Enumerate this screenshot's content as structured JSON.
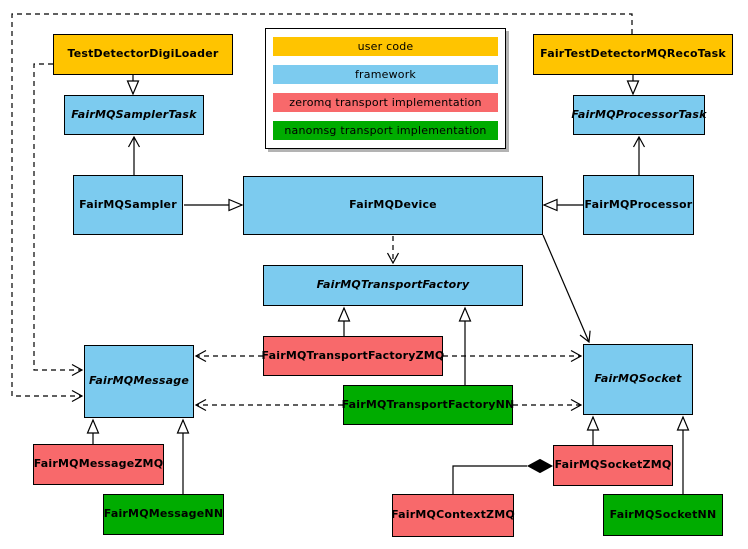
{
  "legend": {
    "items": [
      {
        "label": "user code",
        "color": "#FFC400"
      },
      {
        "label": "framework",
        "color": "#7CCBEF"
      },
      {
        "label": "zeromq transport implementation",
        "color": "#F8696B"
      },
      {
        "label": "nanomsg transport implementation",
        "color": "#00AC00"
      }
    ]
  },
  "colors": {
    "user_code": "#FFC400",
    "framework": "#7CCBEF",
    "zeromq": "#F8696B",
    "nanomsg": "#00AC00",
    "line": "#000000",
    "background": "#FFFFFF"
  },
  "nodes": {
    "digi_loader": {
      "label": "TestDetectorDigiLoader",
      "category": "user code",
      "abstract": false
    },
    "reco_task": {
      "label": "FairTestDetectorMQRecoTask",
      "category": "user code",
      "abstract": false
    },
    "sampler_task": {
      "label": "FairMQSamplerTask",
      "category": "framework",
      "abstract": true
    },
    "processor_task": {
      "label": "FairMQProcessorTask",
      "category": "framework",
      "abstract": true
    },
    "sampler": {
      "label": "FairMQSampler",
      "category": "framework",
      "abstract": false
    },
    "device": {
      "label": "FairMQDevice",
      "category": "framework",
      "abstract": false
    },
    "processor": {
      "label": "FairMQProcessor",
      "category": "framework",
      "abstract": false
    },
    "transport_factory": {
      "label": "FairMQTransportFactory",
      "category": "framework",
      "abstract": true
    },
    "factory_zmq": {
      "label": "FairMQTransportFactoryZMQ",
      "category": "zeromq transport implementation",
      "abstract": false
    },
    "factory_nn": {
      "label": "FairMQTransportFactoryNN",
      "category": "nanomsg transport implementation",
      "abstract": false
    },
    "message": {
      "label": "FairMQMessage",
      "category": "framework",
      "abstract": true
    },
    "socket": {
      "label": "FairMQSocket",
      "category": "framework",
      "abstract": true
    },
    "message_zmq": {
      "label": "FairMQMessageZMQ",
      "category": "zeromq transport implementation",
      "abstract": false
    },
    "message_nn": {
      "label": "FairMQMessageNN",
      "category": "nanomsg transport implementation",
      "abstract": false
    },
    "context_zmq": {
      "label": "FairMQContextZMQ",
      "category": "zeromq transport implementation",
      "abstract": false
    },
    "socket_zmq": {
      "label": "FairMQSocketZMQ",
      "category": "zeromq transport implementation",
      "abstract": false
    },
    "socket_nn": {
      "label": "FairMQSocketNN",
      "category": "nanomsg transport implementation",
      "abstract": false
    }
  },
  "edges": [
    {
      "from": "TestDetectorDigiLoader",
      "to": "FairMQSamplerTask",
      "type": "inheritance-triangle",
      "style": "solid"
    },
    {
      "from": "FairTestDetectorMQRecoTask",
      "to": "FairMQProcessorTask",
      "type": "inheritance-triangle",
      "style": "solid"
    },
    {
      "from": "FairMQSampler",
      "to": "FairMQSamplerTask",
      "type": "open-arrow",
      "style": "solid"
    },
    {
      "from": "FairMQProcessor",
      "to": "FairMQProcessorTask",
      "type": "open-arrow",
      "style": "solid"
    },
    {
      "from": "FairMQSampler",
      "to": "FairMQDevice",
      "type": "inheritance-triangle",
      "style": "solid"
    },
    {
      "from": "FairMQProcessor",
      "to": "FairMQDevice",
      "type": "inheritance-triangle",
      "style": "solid"
    },
    {
      "from": "FairMQDevice",
      "to": "FairMQTransportFactory",
      "type": "open-arrow",
      "style": "dashed"
    },
    {
      "from": "FairMQDevice",
      "to": "FairMQSocket",
      "type": "open-arrow",
      "style": "solid"
    },
    {
      "from": "FairMQTransportFactoryZMQ",
      "to": "FairMQTransportFactory",
      "type": "inheritance-triangle",
      "style": "solid"
    },
    {
      "from": "FairMQTransportFactoryNN",
      "to": "FairMQTransportFactory",
      "type": "inheritance-triangle",
      "style": "solid"
    },
    {
      "from": "FairMQTransportFactoryZMQ",
      "to": "FairMQMessage",
      "type": "open-arrow",
      "style": "dashed"
    },
    {
      "from": "FairMQTransportFactoryZMQ",
      "to": "FairMQSocket",
      "type": "open-arrow",
      "style": "dashed"
    },
    {
      "from": "FairMQTransportFactoryNN",
      "to": "FairMQMessage",
      "type": "open-arrow",
      "style": "dashed"
    },
    {
      "from": "FairMQTransportFactoryNN",
      "to": "FairMQSocket",
      "type": "open-arrow",
      "style": "dashed"
    },
    {
      "from": "FairMQMessageZMQ",
      "to": "FairMQMessage",
      "type": "inheritance-triangle",
      "style": "solid"
    },
    {
      "from": "FairMQMessageNN",
      "to": "FairMQMessage",
      "type": "inheritance-triangle",
      "style": "solid"
    },
    {
      "from": "FairMQSocketZMQ",
      "to": "FairMQSocket",
      "type": "inheritance-triangle",
      "style": "solid"
    },
    {
      "from": "FairMQSocketNN",
      "to": "FairMQSocket",
      "type": "inheritance-triangle",
      "style": "solid"
    },
    {
      "from": "FairMQContextZMQ",
      "to": "FairMQSocketZMQ",
      "type": "composition-diamond",
      "style": "solid"
    },
    {
      "from": "TestDetectorDigiLoader",
      "to": "FairMQMessage",
      "type": "open-arrow",
      "style": "dashed"
    },
    {
      "from": "FairTestDetectorMQRecoTask",
      "to": "FairMQMessage",
      "type": "open-arrow",
      "style": "dashed"
    }
  ]
}
